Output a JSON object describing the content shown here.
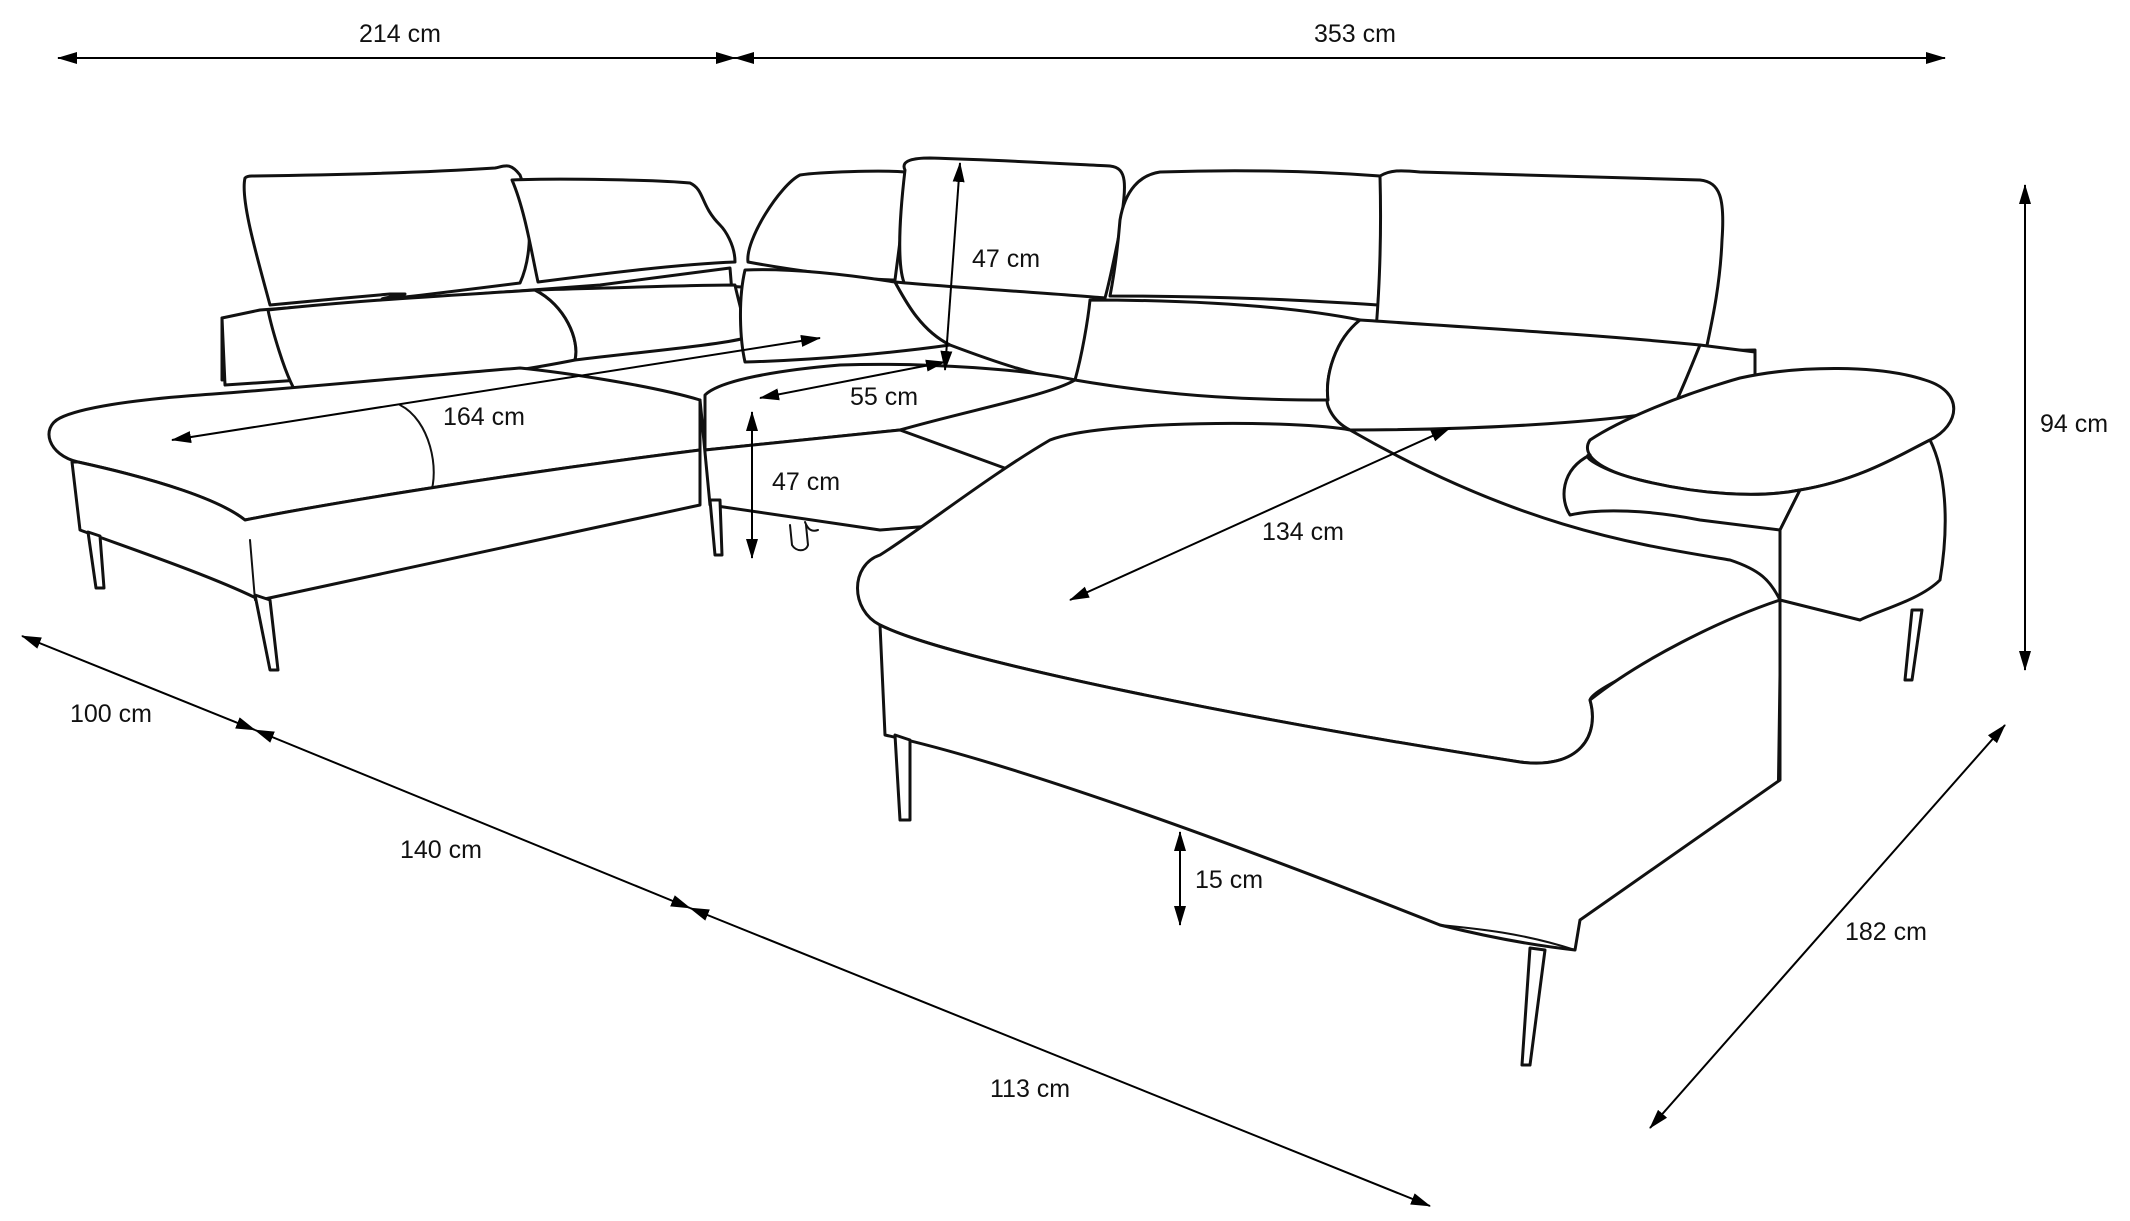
{
  "dimensions": {
    "top_left_width": "214 cm",
    "top_right_width": "353 cm",
    "overall_height": "94 cm",
    "headrest_height": "47 cm",
    "left_chaise_length": "164 cm",
    "seat_depth": "55 cm",
    "seat_height": "47 cm",
    "right_chaise_length": "134 cm",
    "left_depth": "100 cm",
    "left_side_length": "140 cm",
    "front_length": "113 cm",
    "leg_clearance": "15 cm",
    "right_depth": "182 cm"
  }
}
